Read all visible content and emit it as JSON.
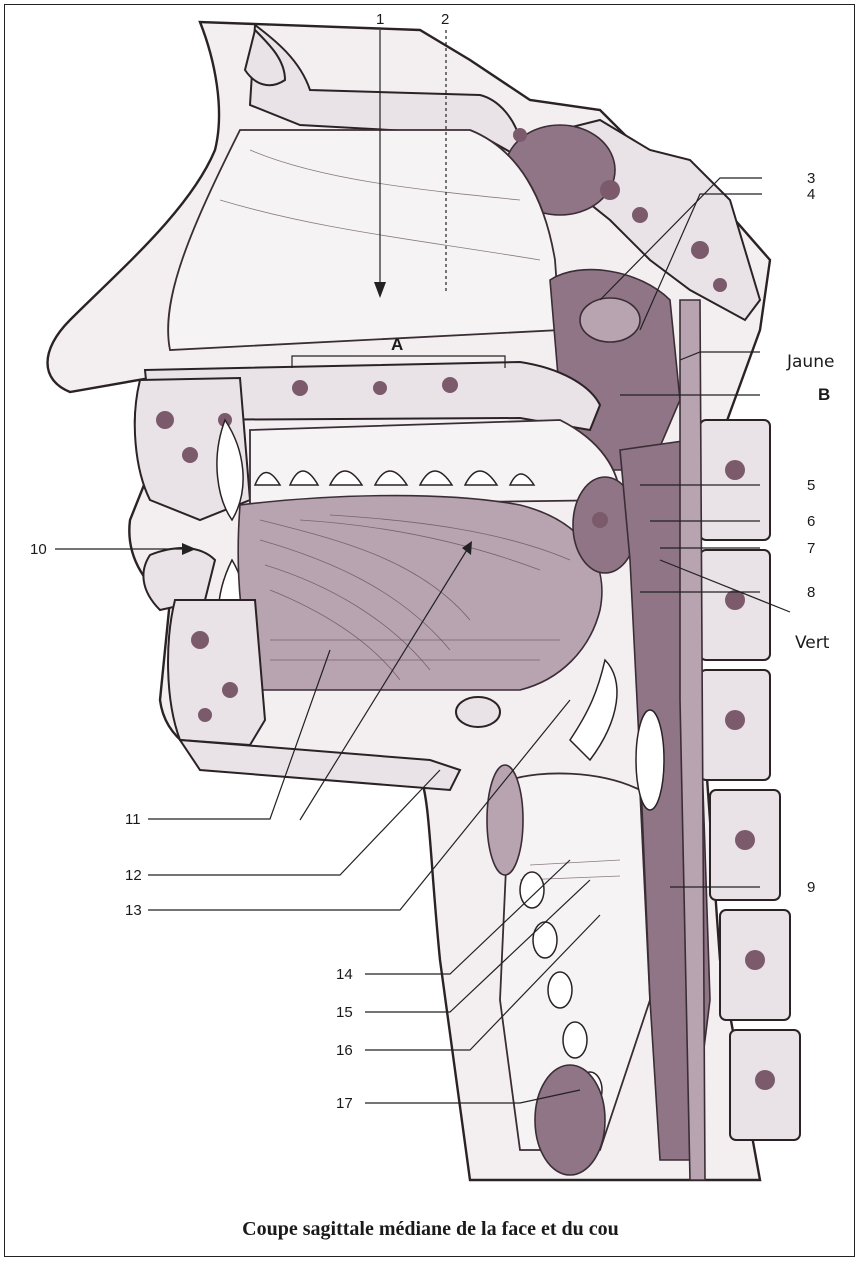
{
  "caption": "Coupe sagittale médiane de la face et du cou",
  "labels": {
    "n1": "1",
    "n2": "2",
    "n3": "3",
    "n4": "4",
    "n5": "5",
    "n6": "6",
    "n7": "7",
    "n8": "8",
    "n9": "9",
    "n10": "10",
    "n11": "11",
    "n12": "12",
    "n13": "13",
    "n14": "14",
    "n15": "15",
    "n16": "16",
    "n17": "17",
    "a": "A",
    "b": "B",
    "jaune": "Jaune",
    "vert": "Vert"
  },
  "colors": {
    "tissue": "#b8a3b0",
    "marrow": "#7b5a6c",
    "ink": "#1a1a1a"
  }
}
